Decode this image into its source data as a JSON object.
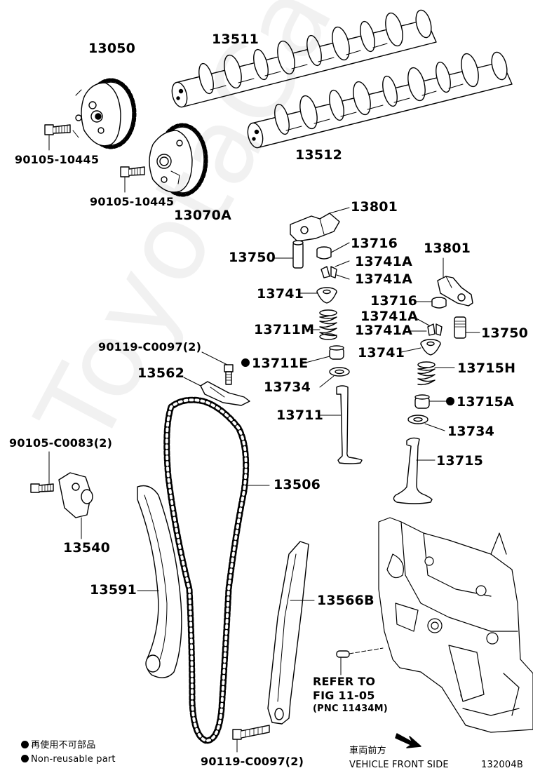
{
  "watermark": "ToyotaCarPP.ru",
  "parts": {
    "p13050": "13050",
    "p13511": "13511",
    "p13512": "13512",
    "p90105_10445_a": "90105-10445",
    "p90105_10445_b": "90105-10445",
    "p13070A": "13070A",
    "p13801_a": "13801",
    "p13716_a": "13716",
    "p13741A_a": "13741A",
    "p13741A_b": "13741A",
    "p13750_a": "13750",
    "p13741_a": "13741",
    "p13711M": "13711M",
    "p90119_C0097_a": "90119-C0097(2)",
    "p13711E": "13711E",
    "p13562": "13562",
    "p13734_a": "13734",
    "p13711": "13711",
    "p13801_b": "13801",
    "p13716_b": "13716",
    "p13741A_c": "13741A",
    "p13741A_d": "13741A",
    "p13750_b": "13750",
    "p13741_b": "13741",
    "p13715H": "13715H",
    "p13715A": "13715A",
    "p13734_b": "13734",
    "p13715": "13715",
    "p90105_C0083": "90105-C0083(2)",
    "p13506": "13506",
    "p13540": "13540",
    "p13591": "13591",
    "p13566B": "13566B",
    "p90119_C0097_b": "90119-C0097(2)"
  },
  "refer": {
    "line1": "REFER TO",
    "line2": "FIG 11-05",
    "line3": "(PNC 11434M)"
  },
  "legend": {
    "jp": "再使用不可部品",
    "en": "Non-reusable part"
  },
  "front": {
    "jp": "車両前方",
    "en": "VEHICLE FRONT SIDE"
  },
  "figure_id": "132004B"
}
